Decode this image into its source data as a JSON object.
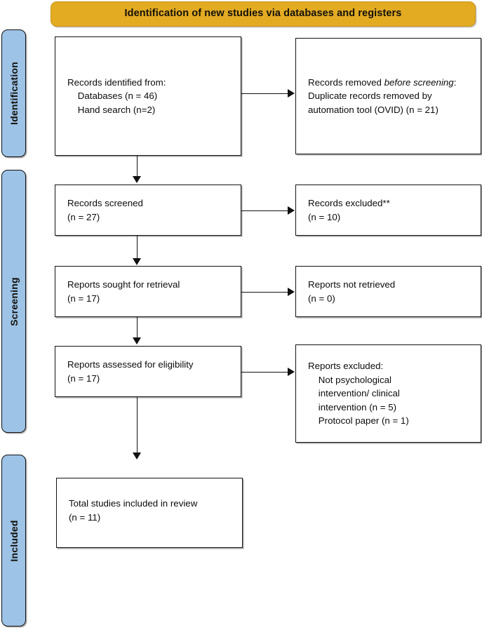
{
  "banner": {
    "title": "Identification of new studies via databases and registers",
    "fill_color": "#e2ab22"
  },
  "stages": [
    {
      "id": "identification",
      "label": "Identification",
      "fill_color": "#9dc3e6"
    },
    {
      "id": "screening",
      "label": "Screening",
      "fill_color": "#9dc3e6"
    },
    {
      "id": "included",
      "label": "Included",
      "fill_color": "#9dc3e6"
    }
  ],
  "boxes": {
    "records_identified": {
      "line1": "Records identified from:",
      "line2": "    Databases (n = 46)",
      "line3": "    Hand search (n=2)"
    },
    "records_removed": {
      "lead": "Records removed ",
      "italic": "before screening",
      "colon": ":",
      "line2": "Duplicate records removed by",
      "line3": "automation tool (OVID) (n = 21)"
    },
    "records_screened": {
      "line1": "Records screened",
      "line2": "(n = 27)"
    },
    "records_excluded": {
      "line1": "Records excluded**",
      "line2": "(n = 10)"
    },
    "reports_sought": {
      "line1": "Reports sought for retrieval",
      "line2": "(n = 17)"
    },
    "reports_not_retrieved": {
      "line1": "Reports not retrieved",
      "line2": "(n = 0)"
    },
    "reports_assessed": {
      "line1": "Reports assessed for eligibility",
      "line2": "(n = 17)"
    },
    "reports_excluded": {
      "line1": "Reports excluded:",
      "line2": "    Not psychological",
      "line3": "    intervention/ clinical",
      "line4": "    intervention (n = 5)",
      "line5": "    Protocol paper (n = 1)"
    },
    "studies_included": {
      "line1": "Total studies included in review",
      "line2": "(n = 11)"
    }
  },
  "chart_data": {
    "type": "diagram",
    "title": "Identification of new studies via databases and registers",
    "nodes": [
      {
        "id": "records_identified",
        "stage": "Identification",
        "column": "left",
        "label": "Records identified from: Databases (n = 46); Hand search (n=2)",
        "counts": {
          "databases": 46,
          "hand_search": 2
        }
      },
      {
        "id": "records_removed",
        "stage": "Identification",
        "column": "right",
        "label": "Records removed before screening: Duplicate records removed by automation tool (OVID) (n = 21)",
        "counts": {
          "duplicates_removed_ovid": 21
        }
      },
      {
        "id": "records_screened",
        "stage": "Screening",
        "column": "left",
        "label": "Records screened",
        "counts": {
          "n": 27
        }
      },
      {
        "id": "records_excluded",
        "stage": "Screening",
        "column": "right",
        "label": "Records excluded**",
        "counts": {
          "n": 10
        }
      },
      {
        "id": "reports_sought",
        "stage": "Screening",
        "column": "left",
        "label": "Reports sought for retrieval",
        "counts": {
          "n": 17
        }
      },
      {
        "id": "reports_not_retrieved",
        "stage": "Screening",
        "column": "right",
        "label": "Reports not retrieved",
        "counts": {
          "n": 0
        }
      },
      {
        "id": "reports_assessed",
        "stage": "Screening",
        "column": "left",
        "label": "Reports assessed for eligibility",
        "counts": {
          "n": 17
        }
      },
      {
        "id": "reports_excluded",
        "stage": "Screening",
        "column": "right",
        "label": "Reports excluded: Not psychological intervention/ clinical intervention (n = 5); Protocol paper (n = 1)",
        "counts": {
          "not_psychological_or_clinical_intervention": 5,
          "protocol_paper": 1
        }
      },
      {
        "id": "studies_included",
        "stage": "Included",
        "column": "left",
        "label": "Total studies included in review",
        "counts": {
          "n": 11
        }
      }
    ],
    "edges": [
      {
        "from": "records_identified",
        "to": "records_removed",
        "direction": "right"
      },
      {
        "from": "records_identified",
        "to": "records_screened",
        "direction": "down"
      },
      {
        "from": "records_screened",
        "to": "records_excluded",
        "direction": "right"
      },
      {
        "from": "records_screened",
        "to": "reports_sought",
        "direction": "down"
      },
      {
        "from": "reports_sought",
        "to": "reports_not_retrieved",
        "direction": "right"
      },
      {
        "from": "reports_sought",
        "to": "reports_assessed",
        "direction": "down"
      },
      {
        "from": "reports_assessed",
        "to": "reports_excluded",
        "direction": "right"
      },
      {
        "from": "reports_assessed",
        "to": "studies_included",
        "direction": "down"
      }
    ]
  }
}
